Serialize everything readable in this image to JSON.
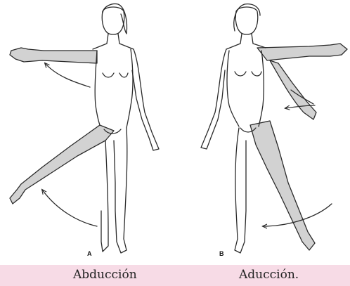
{
  "panels": [
    {
      "letter": "A",
      "caption": "Abducción"
    },
    {
      "letter": "B",
      "caption": "Aducción."
    }
  ],
  "colors": {
    "line": "#2a2a2a",
    "shade": "#cfcfcf",
    "caption_band": "#f7dbe6"
  }
}
